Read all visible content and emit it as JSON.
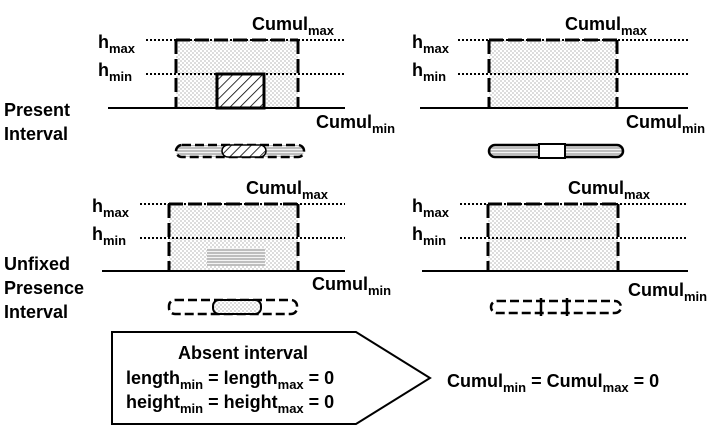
{
  "row_labels": {
    "present": [
      "Present",
      "Interval"
    ],
    "unfixed": [
      "Unfixed",
      "Presence",
      "Interval"
    ]
  },
  "symbols": {
    "h": "h",
    "max": "max",
    "min": "min",
    "cumul": "Cumul"
  },
  "absent_box": {
    "title": "Absent interval",
    "line1": {
      "a": "length",
      "sa": "min",
      "b": " = length",
      "sb": "max",
      "c": " = 0"
    },
    "line2": {
      "a": "height",
      "sa": "min",
      "b": " = height",
      "sb": "max",
      "c": " = 0"
    }
  },
  "result": {
    "a": "Cumul",
    "sa": "min",
    "b": " = Cumul",
    "sb": "max",
    "c": " = 0"
  }
}
